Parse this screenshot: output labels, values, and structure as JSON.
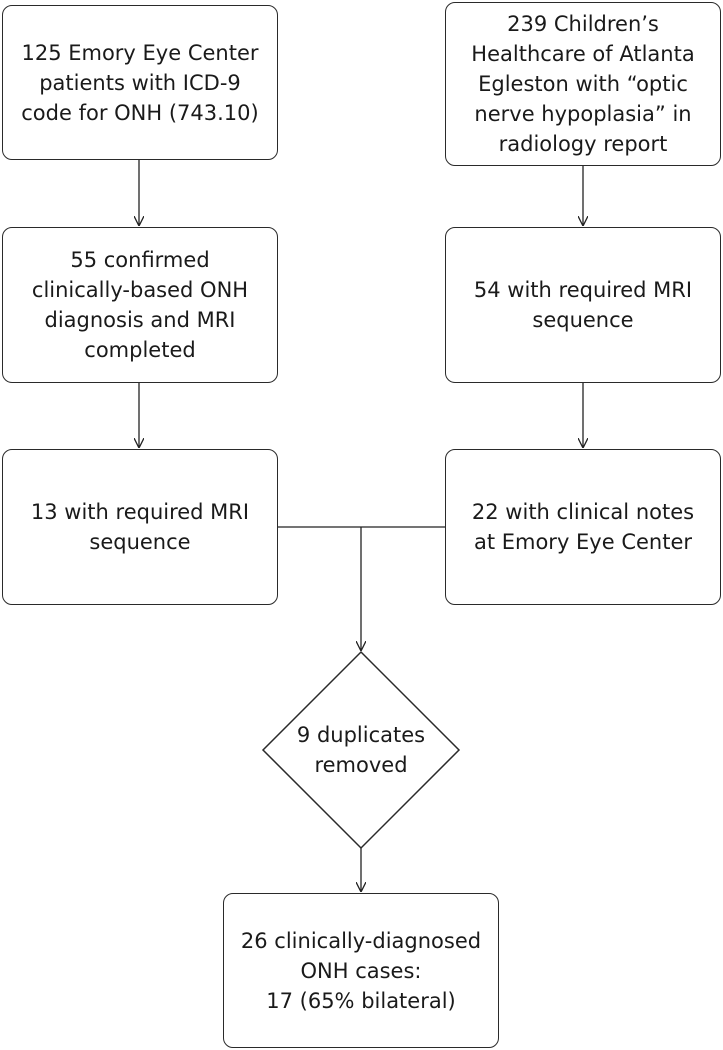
{
  "flowchart": {
    "left": {
      "box1": [
        "125 Emory Eye Center",
        "patients with ICD-9",
        "code for ONH (743.10)"
      ],
      "box2": [
        "55 confirmed",
        "clinically-based ONH",
        "diagnosis and MRI",
        "completed"
      ],
      "box3": [
        "13 with required MRI",
        "sequence"
      ]
    },
    "right": {
      "box1": [
        "239 Children’s",
        "Healthcare of Atlanta",
        "Egleston with “optic",
        "nerve hypoplasia” in",
        "radiology report"
      ],
      "box2": [
        "54 with required MRI",
        "sequence"
      ],
      "box3": [
        "22 with clinical notes",
        "at Emory Eye Center"
      ]
    },
    "decision": [
      "9",
      "duplicates",
      "removed"
    ],
    "final": [
      "26 clinically-diagnosed",
      "ONH cases:",
      "17 (65% bilateral)"
    ]
  }
}
